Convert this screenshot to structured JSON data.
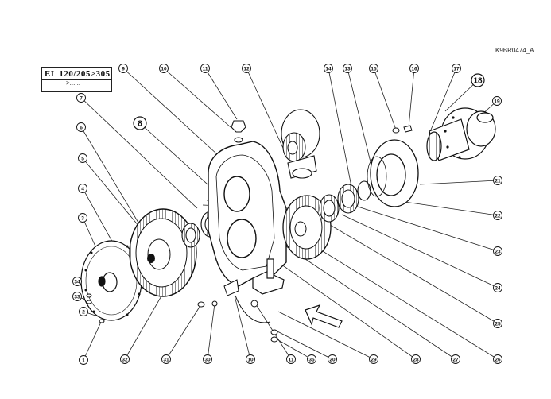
{
  "doc_code": "K9BR0474_A",
  "model": {
    "line1": "EL  120/205>305",
    "line2": ">......"
  },
  "highlight_color": "#7fc4d6",
  "callouts": [
    "1",
    "2",
    "3",
    "4",
    "5",
    "6",
    "7",
    "8",
    "9",
    "10",
    "11",
    "12",
    "13",
    "14",
    "15",
    "16",
    "17",
    "18",
    "19",
    "21",
    "22",
    "23",
    "24",
    "25",
    "26",
    "27",
    "28",
    "29",
    "20",
    "35",
    "11",
    "10",
    "30",
    "31",
    "32",
    "33",
    "34"
  ],
  "highlighted_callout": "30"
}
